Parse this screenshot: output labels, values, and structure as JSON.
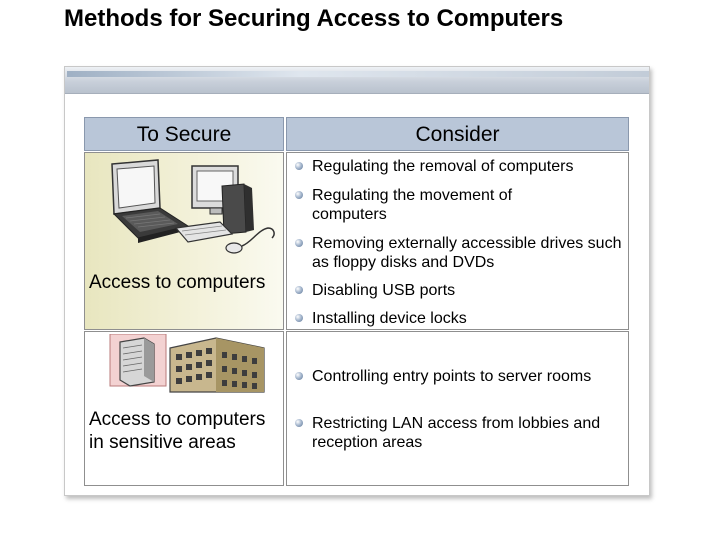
{
  "slide": {
    "title": "Methods for Securing Access to Computers"
  },
  "table": {
    "headers": [
      "To Secure",
      "Consider"
    ],
    "rows": [
      {
        "label": "Access to computers",
        "illustration": "laptop-desktop-computers-icon",
        "items": [
          "Regulating the removal of computers",
          "Regulating the movement of computers",
          "Removing externally accessible drives such as floppy disks and DVDs",
          "Disabling USB ports",
          "Installing device locks"
        ]
      },
      {
        "label": "Access to computers in sensitive areas",
        "illustration": "server-building-icon",
        "items": [
          "Controlling entry points to server rooms",
          "Restricting LAN access from lobbies and reception areas"
        ]
      }
    ]
  },
  "colors": {
    "header_bg": "#b9c6d8",
    "row1_bg": "#e8e6bf",
    "bullet": "#6a84a6"
  }
}
